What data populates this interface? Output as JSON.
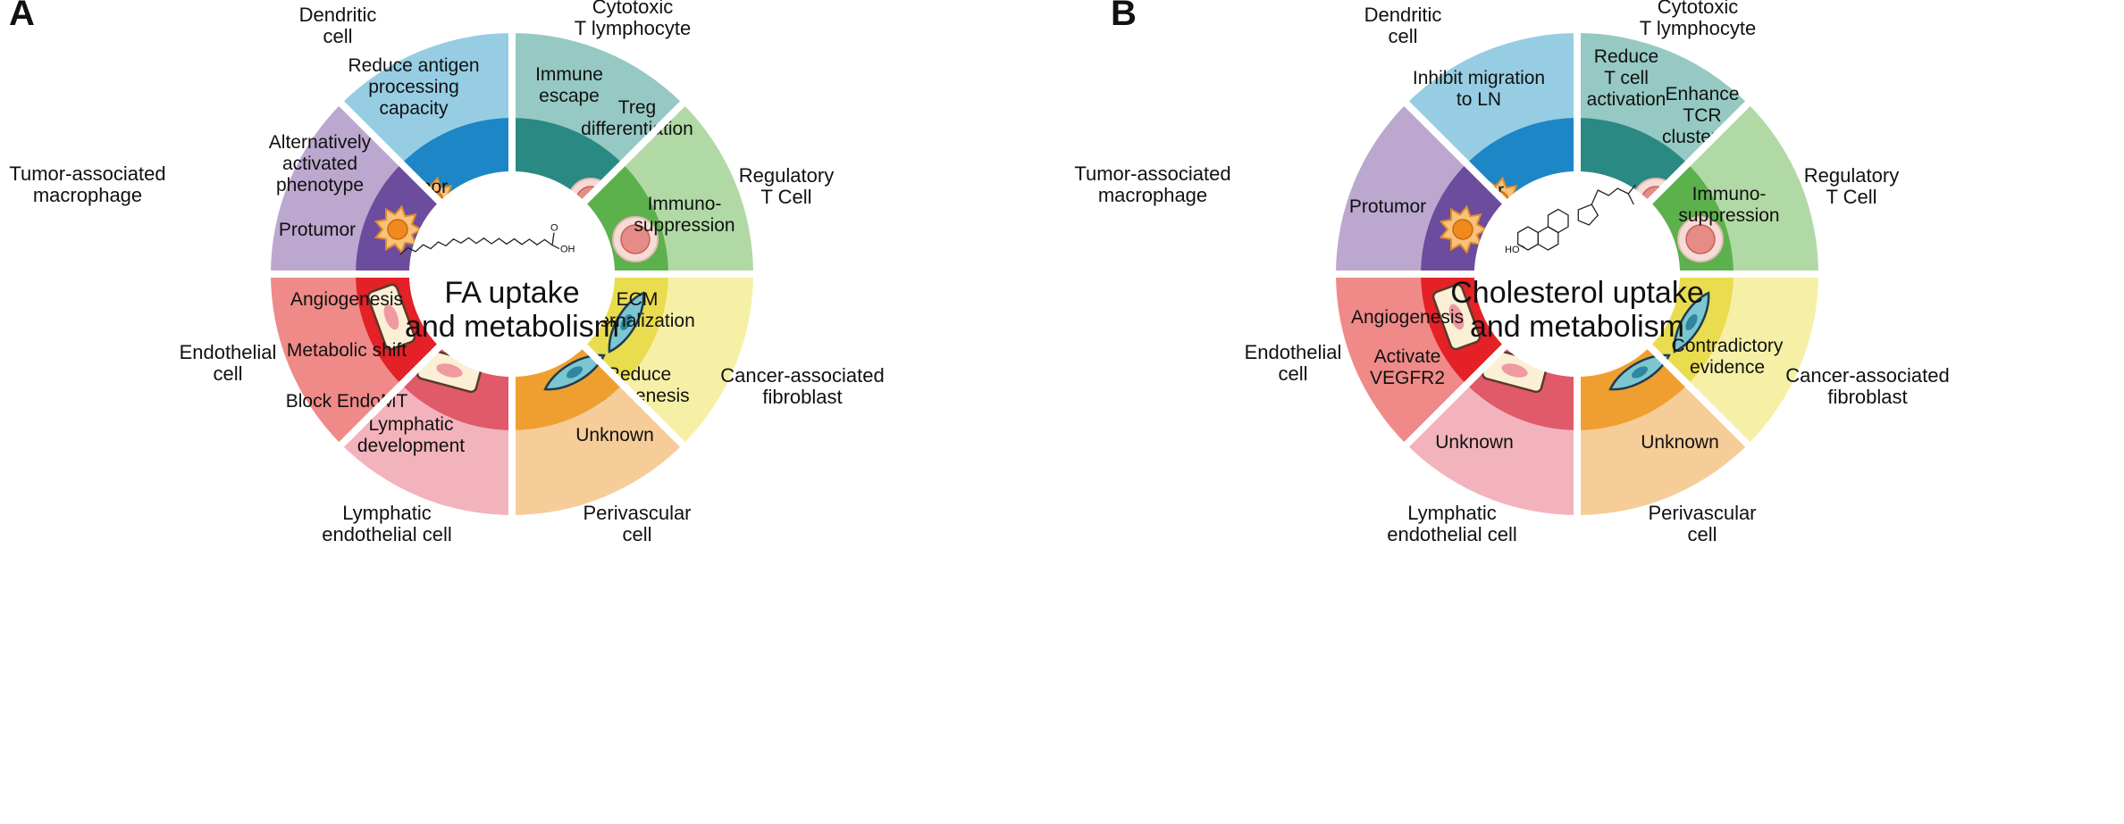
{
  "panels": [
    {
      "letter": "A",
      "center_title": [
        "FA uptake",
        "and metabolism"
      ],
      "molecule": "fatty-acid",
      "molecule_labels": {
        "o": "O",
        "oh": "OH"
      },
      "sectors": [
        {
          "key": "dc",
          "cell": "dendritic",
          "outer": [
            "Dendritic",
            "cell"
          ],
          "lines": [
            [
              "Reduce antigen",
              "processing",
              "capacity"
            ],
            [
              "Protumor"
            ]
          ]
        },
        {
          "key": "ctl",
          "cell": "lymphocyte",
          "outer": [
            "Cytotoxic",
            "T lymphocyte"
          ],
          "lines": [
            [
              "Immune",
              "escape"
            ]
          ]
        },
        {
          "key": "treg",
          "cell": "lymphocyte",
          "outer": [
            "Regulatory",
            "T Cell"
          ],
          "lines": [
            [
              "Treg",
              "differentiation"
            ],
            [
              "Immuno-",
              "suppression"
            ]
          ]
        },
        {
          "key": "caf",
          "cell": "fibroblast",
          "outer": [
            "Cancer-associated",
            "fibroblast"
          ],
          "lines": [
            [
              "ECM",
              "internalization"
            ],
            [
              "Reduce",
              "fibrogenesis"
            ]
          ]
        },
        {
          "key": "peri",
          "cell": "fibroblast",
          "outer": [
            "Perivascular",
            "cell"
          ],
          "lines": [
            [
              "Unknown"
            ]
          ]
        },
        {
          "key": "lec",
          "cell": "endothelial",
          "outer": [
            "Lymphatic",
            "endothelial cell"
          ],
          "lines": [
            [
              "Lymphatic",
              "development"
            ]
          ]
        },
        {
          "key": "ec",
          "cell": "endothelial",
          "outer": [
            "Endothelial",
            "cell"
          ],
          "lines": [
            [
              "Angiogenesis"
            ],
            [
              "Metabolic shift"
            ],
            [
              "Block EndoMT"
            ]
          ]
        },
        {
          "key": "tam",
          "cell": "dendritic",
          "outer": [
            "Tumor-associated",
            "macrophage"
          ],
          "lines": [
            [
              "Alternatively",
              "activated",
              "phenotype"
            ],
            [
              "Protumor"
            ]
          ]
        }
      ]
    },
    {
      "letter": "B",
      "center_title": [
        "Cholesterol uptake",
        "and metabolism"
      ],
      "molecule": "cholesterol",
      "molecule_labels": {
        "ho": "HO"
      },
      "sectors": [
        {
          "key": "dc",
          "cell": "dendritic",
          "outer": [
            "Dendritic",
            "cell"
          ],
          "lines": [
            [
              "Inhibit migration",
              "to LN"
            ],
            [
              "Protumor"
            ]
          ]
        },
        {
          "key": "ctl",
          "cell": "lymphocyte",
          "outer": [
            "Cytotoxic",
            "T lymphocyte"
          ],
          "lines": [
            [
              "Reduce",
              "T cell",
              "activation"
            ],
            [
              "Enhance",
              "TCR",
              "clustering"
            ]
          ]
        },
        {
          "key": "treg",
          "cell": "lymphocyte",
          "outer": [
            "Regulatory",
            "T Cell"
          ],
          "lines": [
            [
              "Immuno-",
              "suppression"
            ]
          ]
        },
        {
          "key": "caf",
          "cell": "fibroblast",
          "outer": [
            "Cancer-associated",
            "fibroblast"
          ],
          "lines": [
            [
              "Contradictory",
              "evidence"
            ]
          ]
        },
        {
          "key": "peri",
          "cell": "fibroblast",
          "outer": [
            "Perivascular",
            "cell"
          ],
          "lines": [
            [
              "Unknown"
            ]
          ]
        },
        {
          "key": "lec",
          "cell": "endothelial",
          "outer": [
            "Lymphatic",
            "endothelial cell"
          ],
          "lines": [
            [
              "Unknown"
            ]
          ]
        },
        {
          "key": "ec",
          "cell": "endothelial",
          "outer": [
            "Endothelial",
            "cell"
          ],
          "lines": [
            [
              "Angiogenesis"
            ],
            [
              "Activate",
              "VEGFR2"
            ]
          ]
        },
        {
          "key": "tam",
          "cell": "dendritic",
          "outer": [
            "Tumor-associated",
            "macrophage"
          ],
          "lines": [
            [
              "Protumor"
            ]
          ]
        }
      ]
    }
  ],
  "colors": {
    "dc": {
      "outer": "#96cde3",
      "inner": "#1c86c6"
    },
    "ctl": {
      "outer": "#96c9c3",
      "inner": "#2a8a83"
    },
    "treg": {
      "outer": "#b1d9a5",
      "inner": "#5db14d"
    },
    "caf": {
      "outer": "#f5f0a6",
      "inner": "#e9dc4f"
    },
    "peri": {
      "outer": "#f6cc98",
      "inner": "#ef9f30"
    },
    "lec": {
      "outer": "#f3b3bc",
      "inner": "#e15a6a"
    },
    "ec": {
      "outer": "#ef8a88",
      "inner": "#e32126"
    },
    "tam": {
      "outer": "#bca7cf",
      "inner": "#6b4c9d"
    }
  }
}
